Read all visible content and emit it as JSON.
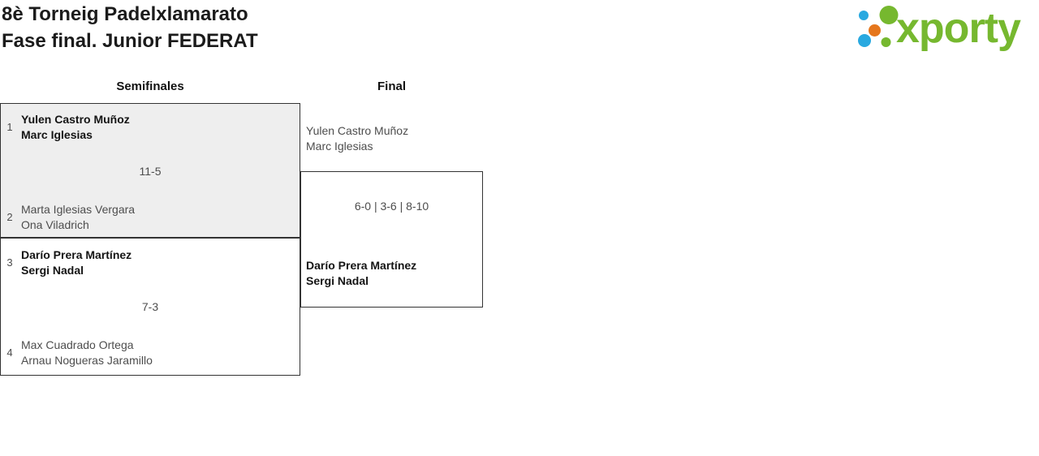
{
  "header": {
    "title_line1": "8è Torneig Padelxlamarato",
    "title_line2": "Fase final. Junior FEDERAT",
    "logo_text": "xporty"
  },
  "bracket": {
    "semifinals": {
      "label": "Semifinales",
      "matches": [
        {
          "teams": [
            {
              "seed": "1",
              "players": [
                "Yulen Castro Muñoz",
                "Marc Iglesias"
              ],
              "winner": true
            },
            {
              "seed": "2",
              "players": [
                "Marta Iglesias Vergara",
                "Ona Viladrich"
              ],
              "winner": false
            }
          ],
          "score": "11-5"
        },
        {
          "teams": [
            {
              "seed": "3",
              "players": [
                "Darío Prera Martínez",
                "Sergi Nadal"
              ],
              "winner": true
            },
            {
              "seed": "4",
              "players": [
                "Max Cuadrado Ortega",
                "Arnau Nogueras Jaramillo"
              ],
              "winner": false
            }
          ],
          "score": "7-3"
        }
      ]
    },
    "final": {
      "label": "Final",
      "match": {
        "teams": [
          {
            "players": [
              "Yulen Castro Muñoz",
              "Marc Iglesias"
            ],
            "winner": false
          },
          {
            "players": [
              "Darío Prera Martínez",
              "Sergi Nadal"
            ],
            "winner": true
          }
        ],
        "score": "6-0 | 3-6 | 8-10"
      }
    }
  },
  "colors": {
    "logo_green": "#76b82f",
    "logo_blue": "#29a9e0",
    "logo_orange": "#e5761c",
    "box_border": "#333333",
    "box_fill_alt": "#eeeeee",
    "text_regular": "#4d4d4d",
    "text_winner": "#141414"
  }
}
